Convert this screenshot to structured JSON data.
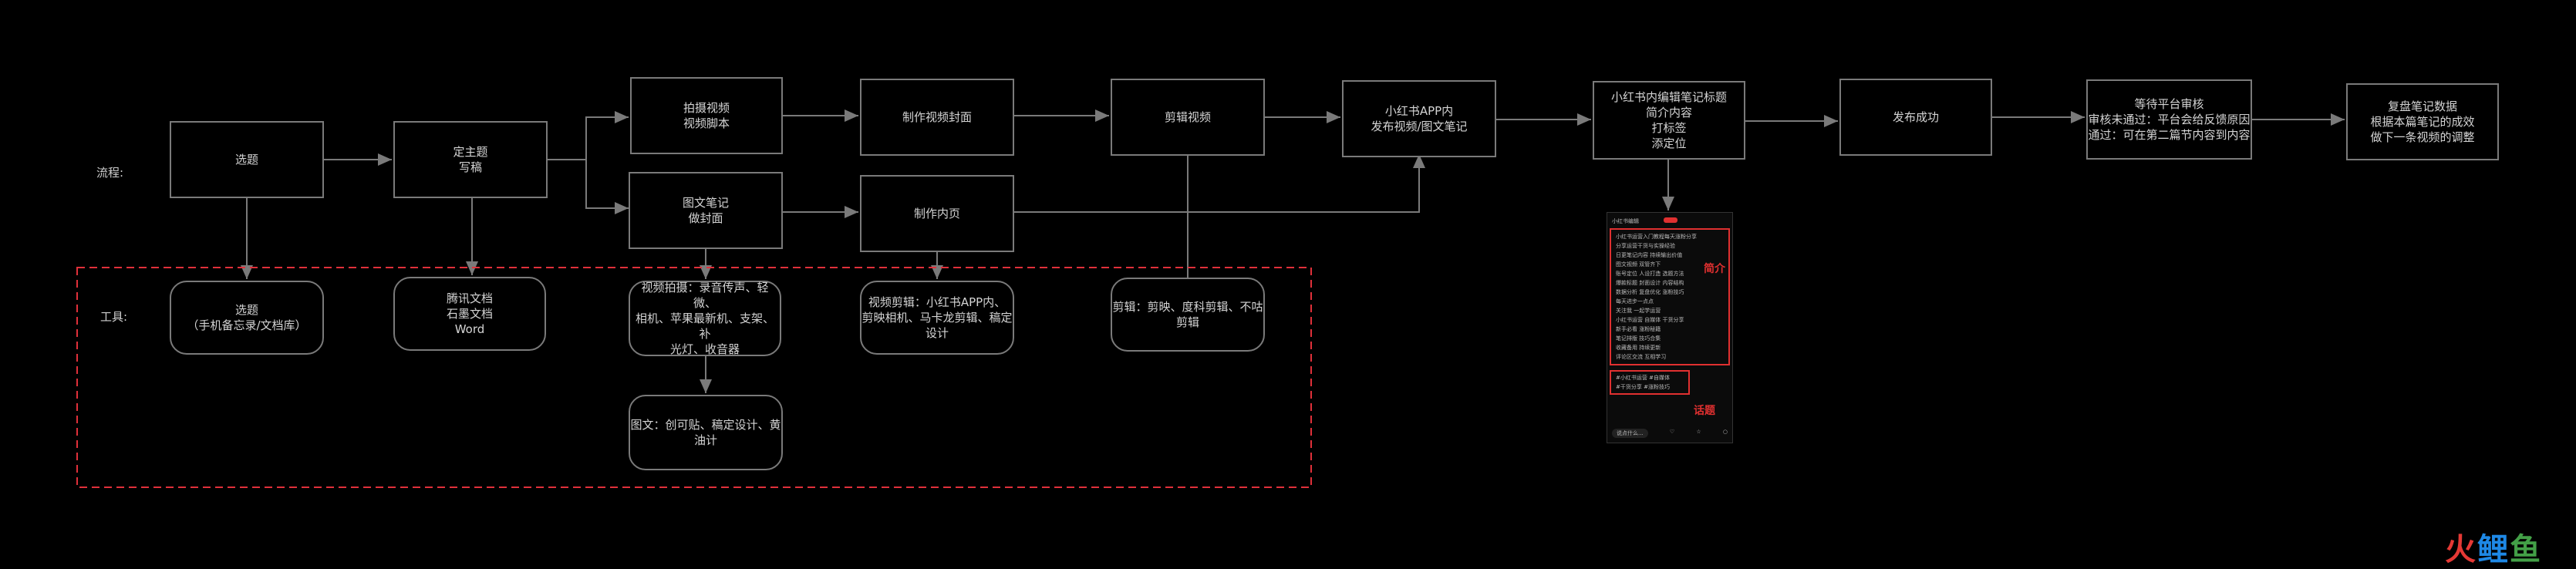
{
  "labels": {
    "flow": "流程:",
    "tools": "工具:"
  },
  "nodes": {
    "n1": [
      "选题"
    ],
    "n2": [
      "定主题",
      "写稿"
    ],
    "n3": [
      "拍摄视频",
      "视频脚本"
    ],
    "n4": [
      "图文笔记",
      "做封面"
    ],
    "n5": [
      "制作视频封面"
    ],
    "n6": [
      "制作内页"
    ],
    "n7": [
      "剪辑视频"
    ],
    "n8": [
      "小红书APP内",
      "发布视频/图文笔记"
    ],
    "n9": [
      "小红书内编辑笔记标题",
      "简介内容",
      "打标签",
      "添定位"
    ],
    "n10": [
      "发布成功"
    ],
    "n11": [
      "等待平台审核",
      "审核未通过：平台会给反馈原因",
      "通过：可在第二篇节内容到内容"
    ],
    "n12": [
      "复盘笔记数据",
      "根据本篇笔记的成效",
      "做下一条视频的调整"
    ]
  },
  "tools": {
    "t1": [
      "选题",
      "（手机备忘录/文档库）"
    ],
    "t2": [
      "腾讯文档",
      "石墨文档",
      "Word"
    ],
    "t3": [
      "视频拍摄：录音传声、轻微、",
      "相机、苹果最新机、支架、补",
      "光灯、收音器"
    ],
    "t4": [
      "视频剪辑：小红书APP内、",
      "剪映相机、马卡龙剪辑、稿定",
      "设计"
    ],
    "t5": [
      "剪辑：剪映、度科剪辑、不咕",
      "剪辑"
    ],
    "t6": [
      "图文：创可贴、稿定设计、黄",
      "油计"
    ]
  },
  "phone": {
    "header": "小红书编辑",
    "lines": [
      "小红书运营入门教程每天涨粉分享",
      "分享运营干货与实操经验",
      "日更笔记内容 持续输出价值",
      "图文视频 双管齐下",
      "账号定位 人设打造 选题方法",
      "爆款标题 封面设计 内容结构",
      "数据分析 复盘优化 涨粉技巧",
      "每天进步一点点",
      "关注我 一起学运营",
      "小红书运营 自媒体 干货分享",
      "新手必看 涨粉秘籍",
      "笔记排版 技巧合集",
      "收藏备用 持续更新",
      "评论区交流 互相学习"
    ],
    "intro_tag": "简介",
    "topic_tag": "话题",
    "topics": [
      "#小红书运营 #自媒体",
      "#干货分享 #涨粉技巧"
    ],
    "footer": "说点什么..."
  },
  "watermark": {
    "w1": "火",
    "w2": "鲤",
    "w3": "鱼"
  }
}
